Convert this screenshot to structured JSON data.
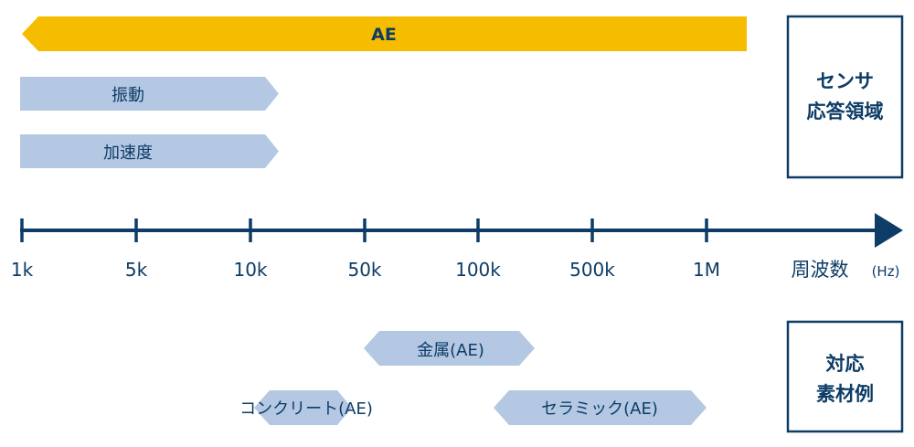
{
  "colors": {
    "navy": "#0d3c66",
    "yellow": "#f5bc00",
    "light_blue": "#b4c8e4"
  },
  "sensors": {
    "ae": "AE",
    "vibration": "振動",
    "acceleration": "加速度"
  },
  "sensor_box": {
    "line1": "センサ",
    "line2": "応答領域"
  },
  "axis": {
    "ticks": [
      "1k",
      "5k",
      "10k",
      "50k",
      "100k",
      "500k",
      "1M"
    ],
    "label": "周波数",
    "unit": "(Hz)"
  },
  "materials": {
    "metal": "金属(AE)",
    "concrete": "コンクリート(AE)",
    "ceramic": "セラミック(AE)"
  },
  "material_box": {
    "line1": "対応",
    "line2": "素材例"
  }
}
